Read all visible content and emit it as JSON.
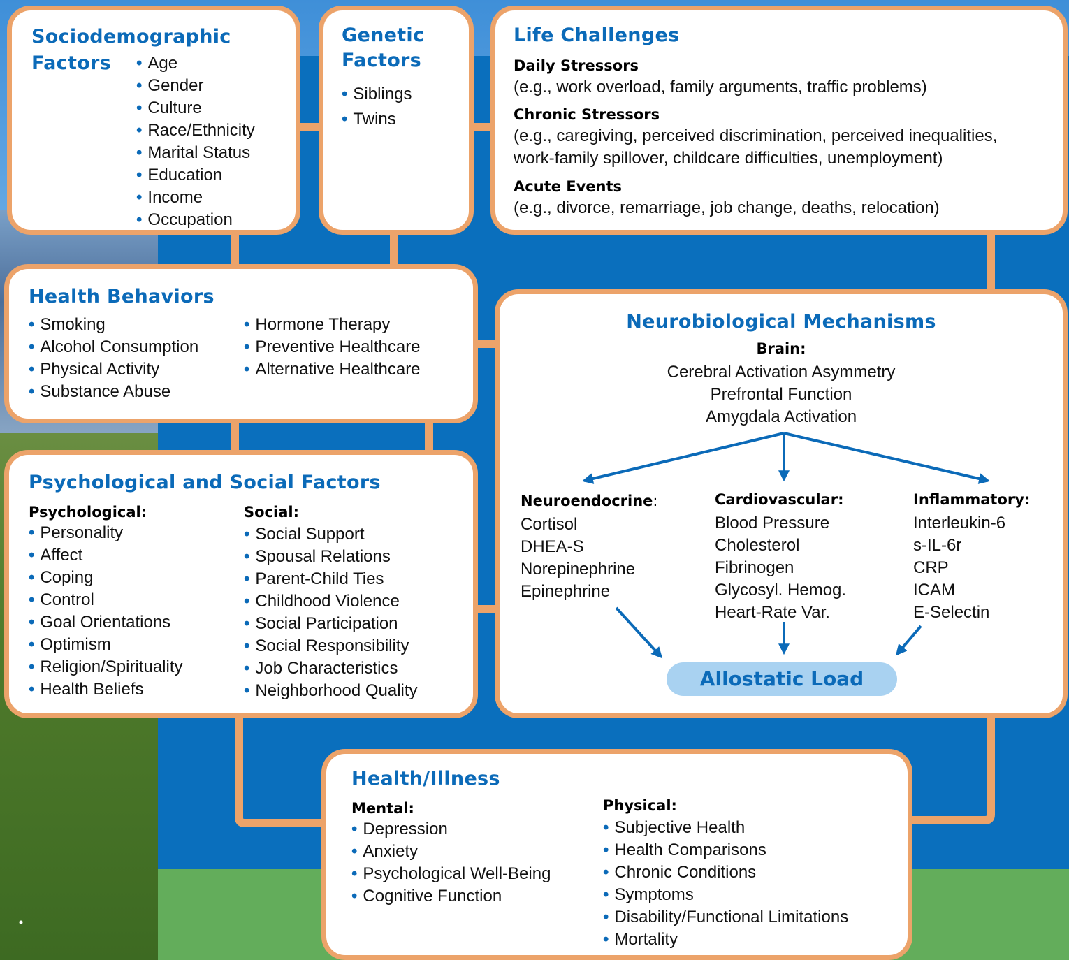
{
  "socio": {
    "title_line1": "Sociodemographic",
    "title_line2": "Factors",
    "items": [
      "Age",
      "Gender",
      "Culture",
      "Race/Ethnicity",
      "Marital Status",
      "Education",
      "Income",
      "Occupation"
    ]
  },
  "genetic": {
    "title_line1": "Genetic",
    "title_line2": "Factors",
    "items": [
      "Siblings",
      "Twins"
    ]
  },
  "life": {
    "title": "Life Challenges",
    "daily_label": "Daily Stressors",
    "daily_text": "(e.g., work overload, family arguments, traffic problems)",
    "chronic_label": "Chronic Stressors",
    "chronic_text1": "(e.g., caregiving, perceived discrimination, perceived inequalities,",
    "chronic_text2": "work-family spillover, childcare difficulties, unemployment)",
    "acute_label": "Acute Events",
    "acute_text": "(e.g., divorce, remarriage, job change, deaths, relocation)"
  },
  "behaviors": {
    "title": "Health Behaviors",
    "col1": [
      "Smoking",
      "Alcohol Consumption",
      "Physical Activity",
      "Substance Abuse"
    ],
    "col2": [
      "Hormone Therapy",
      "Preventive Healthcare",
      "Alternative Healthcare"
    ]
  },
  "psych": {
    "title": "Psychological and Social Factors",
    "psych_label": "Psychological:",
    "psych_items": [
      "Personality",
      "Affect",
      "Coping",
      "Control",
      "Goal Orientations",
      "Optimism",
      "Religion/Spirituality",
      "Health Beliefs"
    ],
    "social_label": "Social:",
    "social_items": [
      "Social Support",
      "Spousal Relations",
      "Parent-Child Ties",
      "Childhood Violence",
      "Social Participation",
      "Social Responsibility",
      "Job Characteristics",
      "Neighborhood Quality"
    ]
  },
  "neuro": {
    "title": "Neurobiological Mechanisms",
    "brain_label": "Brain:",
    "brain_items": [
      "Cerebral Activation Asymmetry",
      "Prefrontal Function",
      "Amygdala Activation"
    ],
    "neuroendocrine_label": "Neuroendocrine",
    "neuroendocrine_colon": ":",
    "neuroendocrine_items": [
      "Cortisol",
      "DHEA-S",
      "Norepinephrine",
      "Epinephrine"
    ],
    "cardio_label": "Cardiovascular:",
    "cardio_items": [
      "Blood Pressure",
      "Cholesterol",
      "Fibrinogen",
      "Glycosyl. Hemog.",
      "Heart-Rate Var."
    ],
    "inflam_label": "Inflammatory:",
    "inflam_items": [
      "Interleukin-6",
      "s-IL-6r",
      "CRP",
      "ICAM",
      "E-Selectin"
    ],
    "allostatic": "Allostatic Load"
  },
  "health": {
    "title": "Health/Illness",
    "mental_label": "Mental:",
    "mental_items": [
      "Depression",
      "Anxiety",
      "Psychological Well-Being",
      "Cognitive Function"
    ],
    "physical_label": "Physical:",
    "physical_items": [
      "Subjective Health",
      "Health Comparisons",
      "Chronic Conditions",
      "Symptoms",
      "Disability/Functional Limitations",
      "Mortality"
    ]
  },
  "colors": {
    "accent_blue": "#0b6ab8",
    "border_orange": "#eca36a",
    "panel_blue": "#0a6fbd",
    "pill_blue": "#a9d2f1",
    "ground_green": "#63ad5b"
  }
}
